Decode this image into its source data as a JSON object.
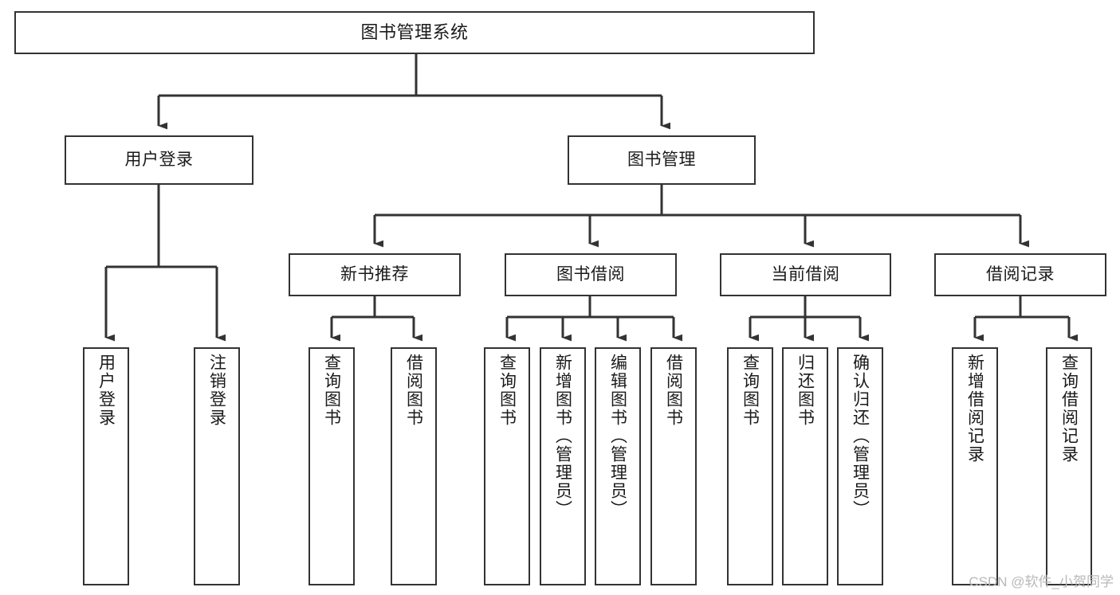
{
  "diagram": {
    "title": "图书管理系统",
    "type": "tree",
    "background": "#ffffff",
    "line_color": "#333333",
    "box_border_color": "#333333",
    "box_fill": "#ffffff",
    "text_color": "#1a1a1a"
  },
  "root": {
    "label": "图书管理系统"
  },
  "level2": [
    {
      "label": "用户登录"
    },
    {
      "label": "图书管理"
    }
  ],
  "level3": [
    {
      "label": "新书推荐"
    },
    {
      "label": "图书借阅"
    },
    {
      "label": "当前借阅"
    },
    {
      "label": "借阅记录"
    }
  ],
  "leaves": {
    "user_login": [
      {
        "label": "用户登录"
      },
      {
        "label": "注销登录"
      }
    ],
    "new_book_recommend": [
      {
        "label": "查询图书"
      },
      {
        "label": "借阅图书"
      }
    ],
    "book_borrow": [
      {
        "label": "查询图书"
      },
      {
        "label": "新增图书（管理员）"
      },
      {
        "label": "编辑图书（管理员）"
      },
      {
        "label": "借阅图书"
      }
    ],
    "current_borrow": [
      {
        "label": "查询图书"
      },
      {
        "label": "归还图书"
      },
      {
        "label": "确认归还（管理员）"
      }
    ],
    "borrow_record": [
      {
        "label": "新增借阅记录"
      },
      {
        "label": "查询借阅记录"
      }
    ]
  },
  "watermark": {
    "text": "CSDN @软件_小贺同学"
  }
}
